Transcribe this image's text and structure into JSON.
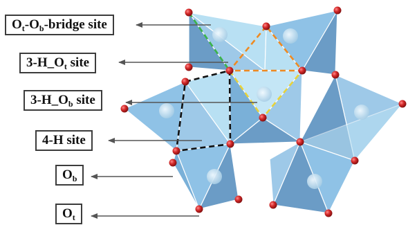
{
  "labels": {
    "bridge": {
      "p1": "O",
      "s1": "t",
      "p2": "-O",
      "s2": "b",
      "p3": "-bridge site"
    },
    "h3_ot": {
      "p1": "3-H_O",
      "s1": "t",
      "p2": " site"
    },
    "h3_ob": {
      "p1": "3-H_O",
      "s1": "b",
      "p2": " site"
    },
    "h4": {
      "p1": "4-H site"
    },
    "ob": {
      "p1": "O",
      "s1": "b"
    },
    "ot": {
      "p1": "O",
      "s1": "t"
    }
  },
  "colors": {
    "face_light": "#b8e0f3",
    "face_mid": "#8fc2e6",
    "face_dark": "#6b9cc6",
    "edge": "#ffffff",
    "atom": "#d42a2a",
    "inner_atom": "#c9e6f4",
    "dash_black": "#111111",
    "dash_orange": "#ee8a22",
    "dash_green": "#3bb34a",
    "dash_yellow": "#e8d23a",
    "arrow": "#555555",
    "label_border": "#3c3c3c"
  }
}
